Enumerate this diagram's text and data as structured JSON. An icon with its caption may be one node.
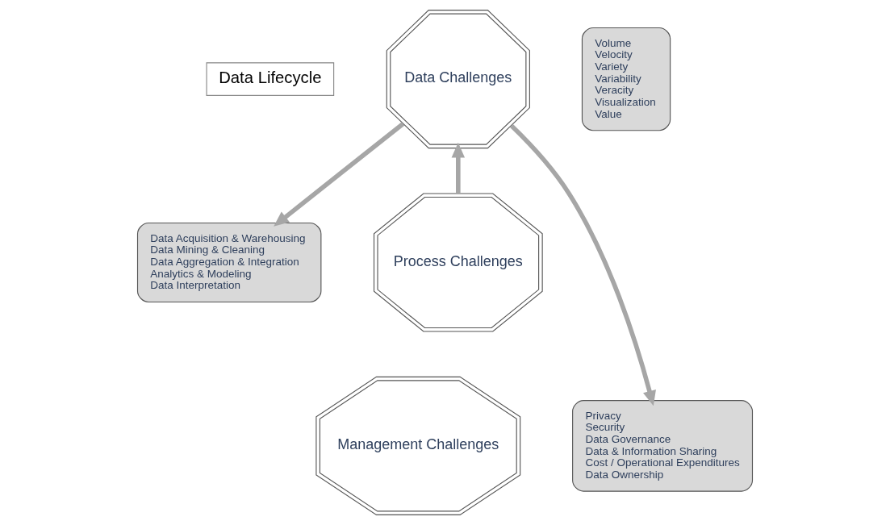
{
  "diagram": {
    "nodes": [
      {
        "text": [
          "Data Lifecycle"
        ]
      },
      {
        "text": [
          "Data Challenges"
        ]
      },
      {
        "text": [
          "Process Challenges"
        ]
      },
      {
        "text": [
          "Management Challenges"
        ]
      },
      {
        "text": [
          "Volume",
          "Velocity",
          "Variety",
          "Variability",
          "Veracity",
          "Visualization",
          "Value"
        ]
      },
      {
        "text": [
          "Data Acquisition & Warehousing",
          "Data Mining & Cleaning",
          "Data Aggregation & Integration",
          "Analytics & Modeling",
          "Data Interpretation"
        ]
      },
      {
        "text": [
          "Privacy",
          "Security",
          "Data Governance",
          "Data & Information Sharing",
          "Cost / Operational Expenditures",
          "Data Ownership"
        ]
      }
    ],
    "edges": [
      {
        "from": 2,
        "to": 1,
        "arrow": "to"
      },
      {
        "from": 1,
        "to": 5,
        "arrow": "to"
      },
      {
        "from": 1,
        "to": 6,
        "arrow": "to"
      }
    ]
  }
}
